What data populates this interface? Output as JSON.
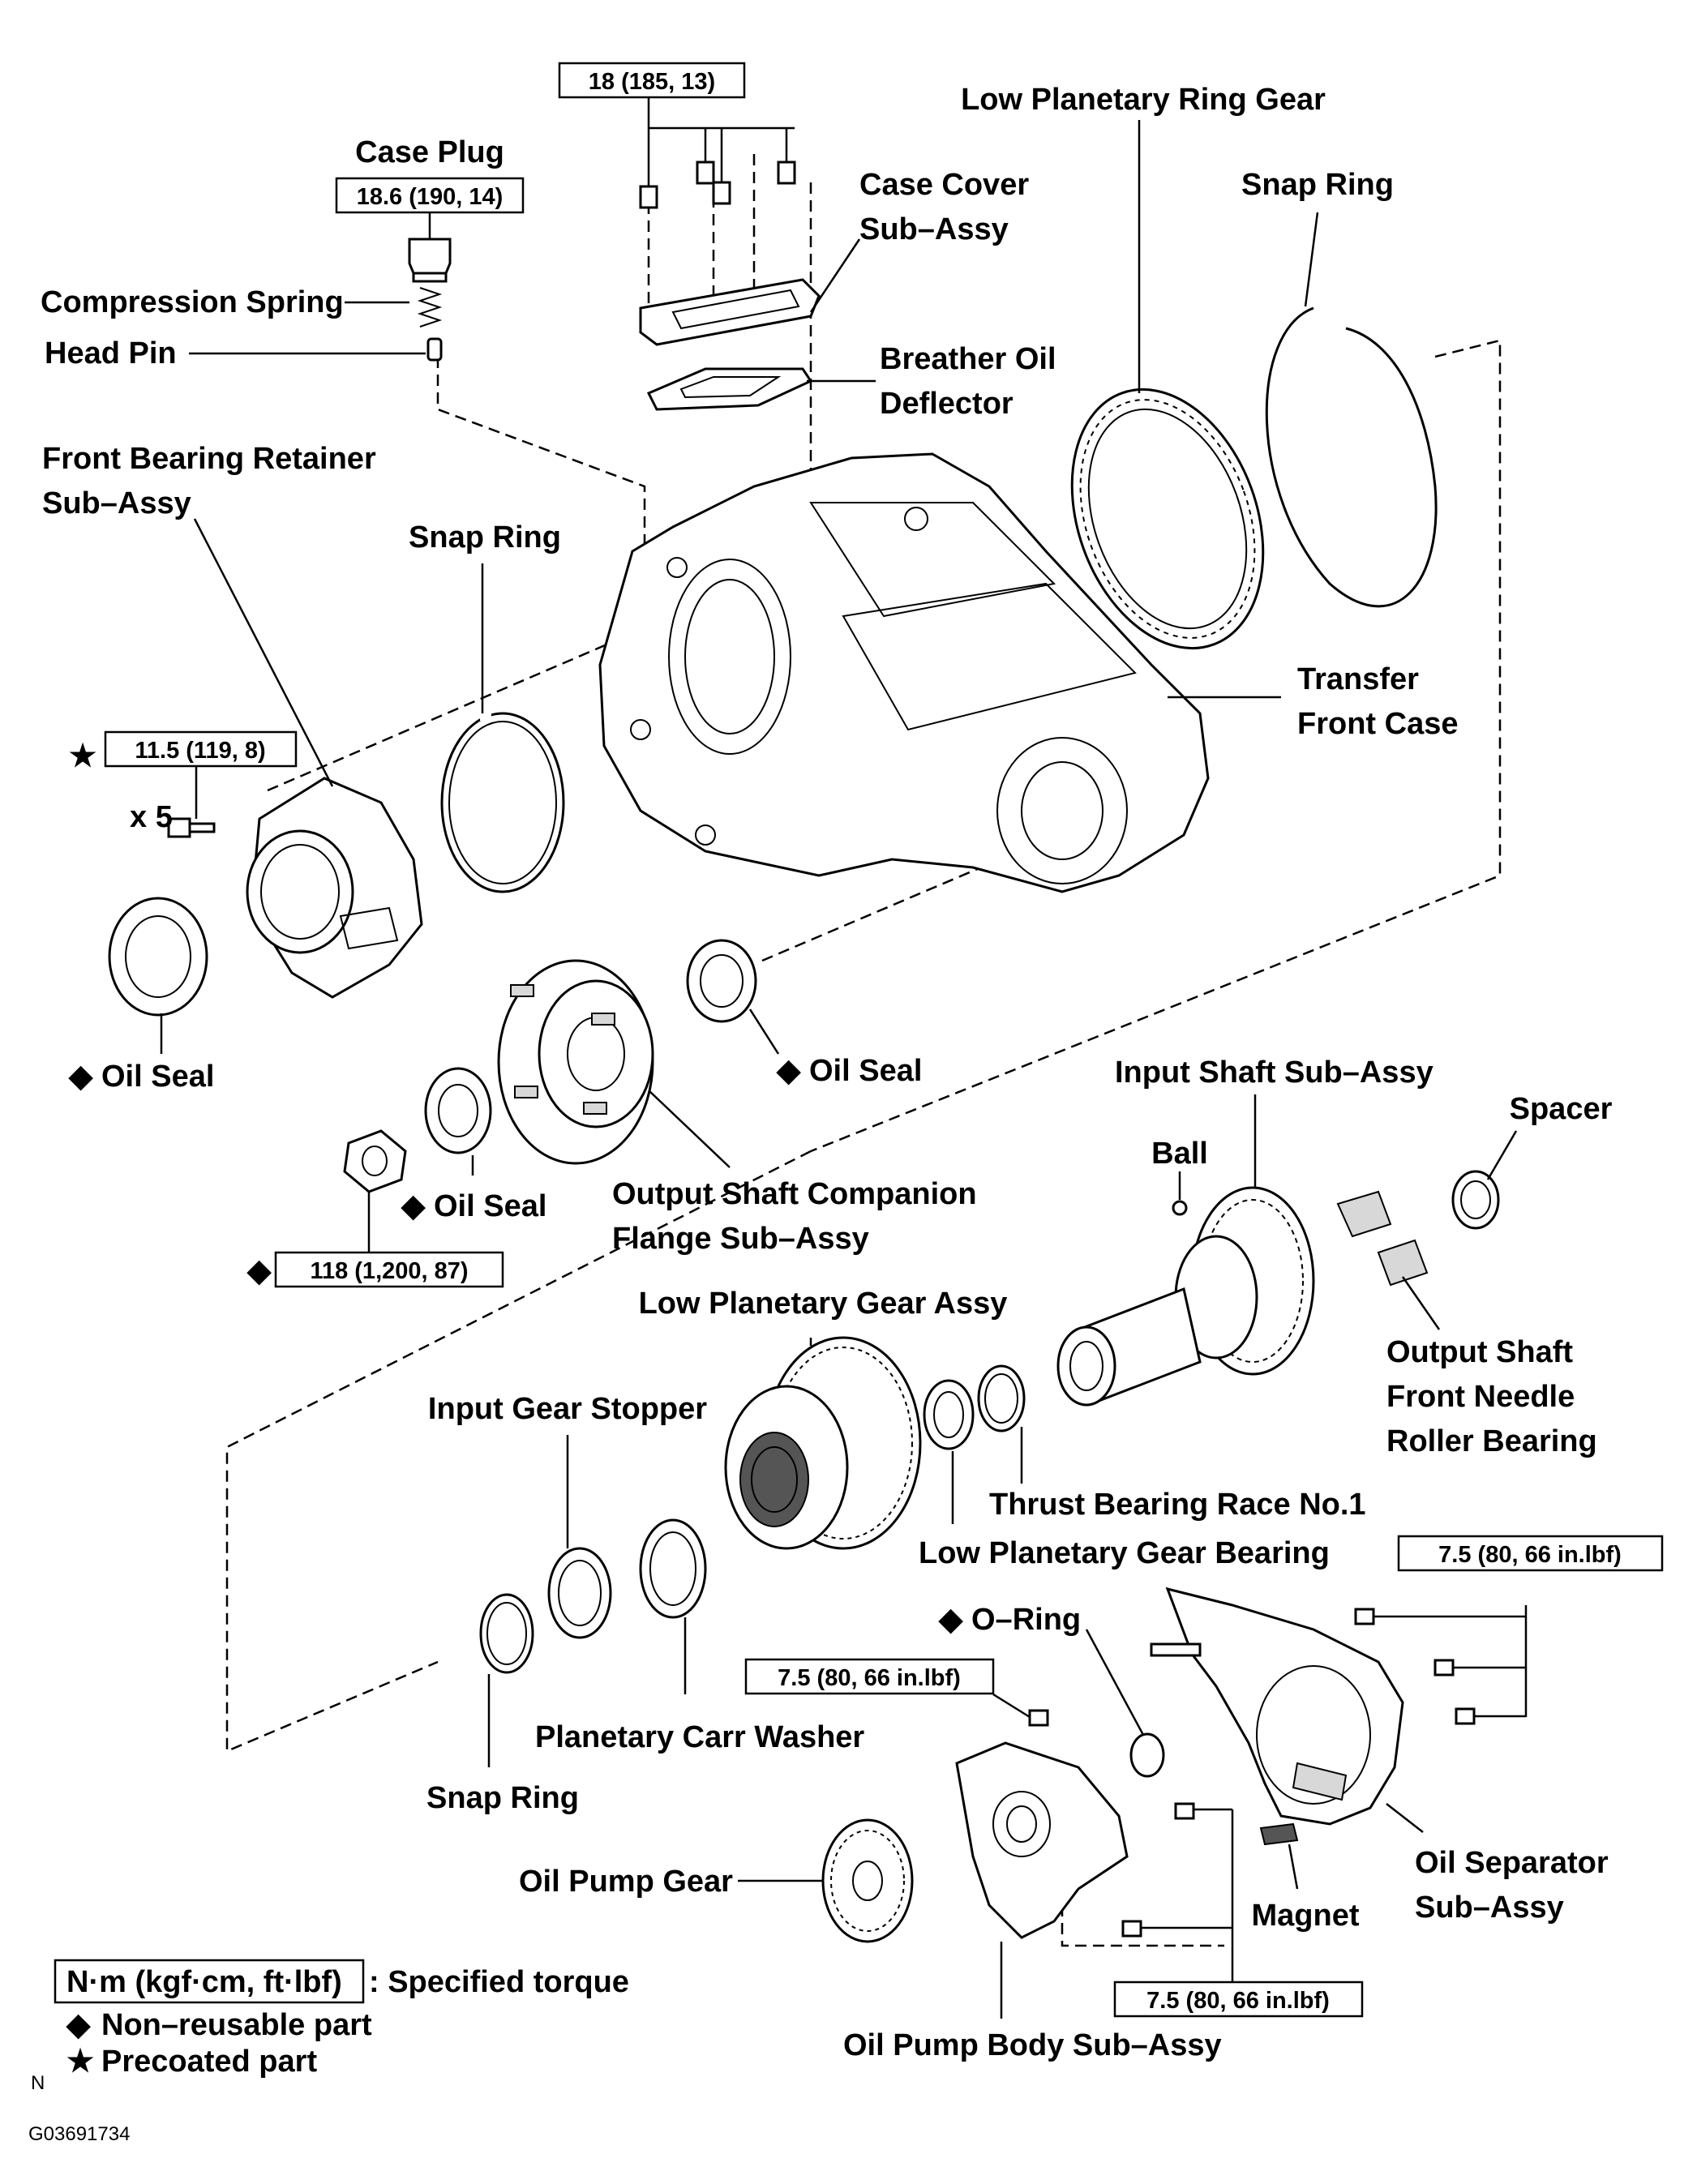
{
  "labels": {
    "case_plug": "Case Plug",
    "compression_spring": "Compression Spring",
    "head_pin": "Head Pin",
    "case_cover_1": "Case Cover",
    "case_cover_2": "Sub–Assy",
    "breather_1": "Breather Oil",
    "breather_2": "Deflector",
    "low_ring_gear": "Low Planetary Ring Gear",
    "snap_ring_top": "Snap Ring",
    "front_bearing_1": "Front Bearing Retainer",
    "front_bearing_2": "Sub–Assy",
    "snap_ring_mid": "Snap Ring",
    "transfer_case_1": "Transfer",
    "transfer_case_2": "Front Case",
    "x5": "x 5",
    "oil_seal_left": "Oil Seal",
    "oil_seal_right": "Oil Seal",
    "oil_seal_mid": "Oil Seal",
    "input_shaft": "Input Shaft Sub–Assy",
    "ball": "Ball",
    "spacer": "Spacer",
    "flange_1": "Output Shaft Companion",
    "flange_2": "Flange Sub–Assy",
    "low_gear_assy": "Low Planetary Gear Assy",
    "needle_1": "Output Shaft",
    "needle_2": "Front Needle",
    "needle_3": "Roller Bearing",
    "input_gear_stopper": "Input Gear Stopper",
    "thrust_race": "Thrust Bearing Race No.1",
    "low_gear_bearing": "Low Planetary Gear Bearing",
    "o_ring": "O–Ring",
    "carr_washer": "Planetary Carr Washer",
    "snap_ring_bottom": "Snap Ring",
    "oil_separator_1": "Oil Separator",
    "oil_separator_2": "Sub–Assy",
    "oil_pump_gear": "Oil Pump Gear",
    "magnet": "Magnet",
    "oil_pump_body": "Oil Pump Body Sub–Assy"
  },
  "torques": {
    "case_cover_bolts": "18 (185, 13)",
    "case_plug": "18.6 (190, 14)",
    "retainer_bolts": "11.5 (119, 8)",
    "flange_nut": "118 (1,200, 87)",
    "oil_separator_bolts": "7.5 (80, 66 in.lbf)",
    "oil_pump_bolt_top": "7.5 (80, 66 in.lbf)",
    "oil_pump_bolts_bottom": "7.5 (80, 66 in.lbf)"
  },
  "legend": {
    "torque_unit": "N·m (kgf·cm, ft·lbf)",
    "torque_desc": ": Specified torque",
    "non_reusable": "Non–reusable part",
    "precoated": "Precoated part"
  },
  "symbols": {
    "diamond": "◆",
    "star": "★"
  },
  "footer": {
    "n_mark": "N",
    "figure_id": "G03691734"
  }
}
